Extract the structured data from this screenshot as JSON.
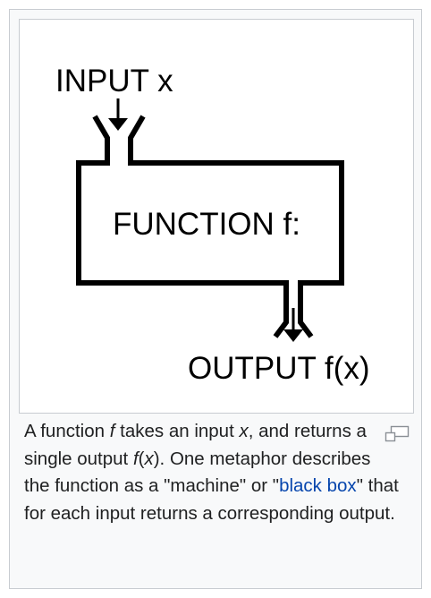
{
  "diagram": {
    "input_label": "INPUT x",
    "function_label": "FUNCTION f:",
    "output_label": "OUTPUT f(x)"
  },
  "caption": {
    "part1": "A function ",
    "var_f": "f",
    "part2": " takes an input ",
    "var_x": "x",
    "part3": ", and returns a single output ",
    "var_f2": "f",
    "part4": "(",
    "var_x2": "x",
    "part5": "). One metaphor describes the function as a \"machine\" or \"",
    "link_text": "black box",
    "part6": "\" that for each input returns a corresponding output."
  },
  "icons": {
    "enlarge": "magnify-clip-icon"
  },
  "colors": {
    "link": "#0645ad",
    "border": "#c8ccd1",
    "caption_bg": "#f8f9fa",
    "text": "#202122"
  }
}
